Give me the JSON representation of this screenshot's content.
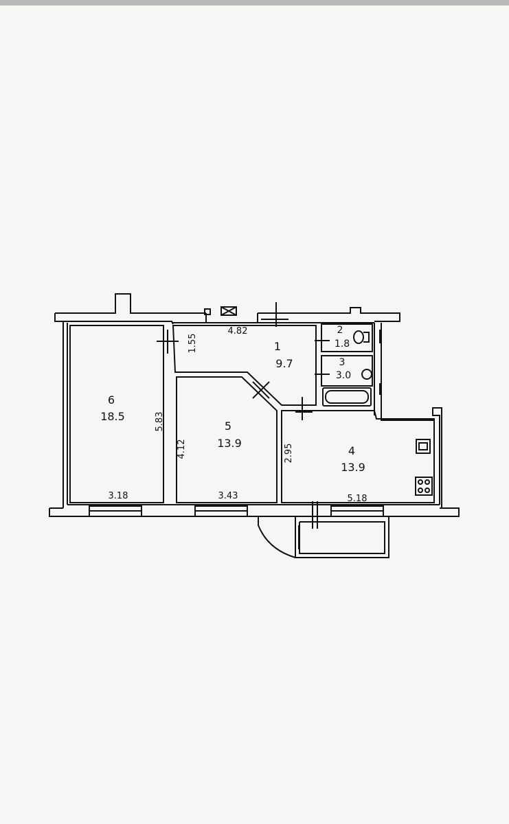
{
  "plan": {
    "rooms": [
      {
        "id": "room-1",
        "number": "1",
        "area": "9.7"
      },
      {
        "id": "room-2",
        "number": "2",
        "area": "1.8"
      },
      {
        "id": "room-3",
        "number": "3",
        "area": "3.0"
      },
      {
        "id": "room-4",
        "number": "4",
        "area": "13.9"
      },
      {
        "id": "room-5",
        "number": "5",
        "area": "13.9"
      },
      {
        "id": "room-6",
        "number": "6",
        "area": "18.5"
      }
    ],
    "dimensions": {
      "d_4_82": "4.82",
      "d_1_55": "1.55",
      "d_5_83": "5.83",
      "d_4_12": "4.12",
      "d_2_95": "2.95",
      "d_3_18": "3.18",
      "d_3_43": "3.43",
      "d_5_18": "5.18"
    },
    "colors": {
      "line": "#111111",
      "paper": "#f6f6f4"
    }
  }
}
